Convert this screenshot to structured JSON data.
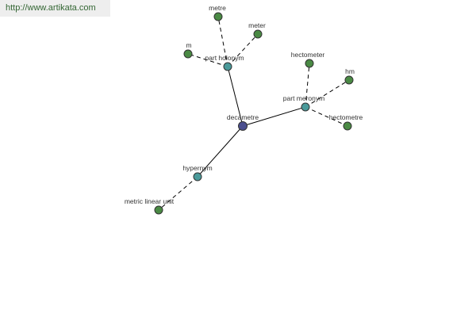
{
  "banner": {
    "url": "http://www.artikata.com"
  },
  "graph": {
    "colors": {
      "center": "#4b4f8f",
      "relation": "#4a9a9a",
      "term": "#4a8a44"
    },
    "nodes": [
      {
        "id": "decametre",
        "label": "decametre",
        "kind": "center"
      },
      {
        "id": "part-holonym",
        "label": "part holonym",
        "kind": "relation"
      },
      {
        "id": "part-meronym",
        "label": "part meronym",
        "kind": "relation"
      },
      {
        "id": "hypernym",
        "label": "hypernym",
        "kind": "relation"
      },
      {
        "id": "metre",
        "label": "metre",
        "kind": "term"
      },
      {
        "id": "meter",
        "label": "meter",
        "kind": "term"
      },
      {
        "id": "m",
        "label": "m",
        "kind": "term"
      },
      {
        "id": "hectometer",
        "label": "hectometer",
        "kind": "term"
      },
      {
        "id": "hm",
        "label": "hm",
        "kind": "term"
      },
      {
        "id": "hectometre",
        "label": "hectometre",
        "kind": "term"
      },
      {
        "id": "metric-linear-unit",
        "label": "metric linear unit",
        "kind": "term"
      }
    ],
    "edges": [
      {
        "from": "decametre",
        "to": "part-holonym",
        "style": "solid"
      },
      {
        "from": "decametre",
        "to": "part-meronym",
        "style": "solid"
      },
      {
        "from": "decametre",
        "to": "hypernym",
        "style": "solid"
      },
      {
        "from": "part-holonym",
        "to": "metre",
        "style": "dashed"
      },
      {
        "from": "part-holonym",
        "to": "meter",
        "style": "dashed"
      },
      {
        "from": "part-holonym",
        "to": "m",
        "style": "dashed"
      },
      {
        "from": "part-meronym",
        "to": "hectometer",
        "style": "dashed"
      },
      {
        "from": "part-meronym",
        "to": "hm",
        "style": "dashed"
      },
      {
        "from": "part-meronym",
        "to": "hectometre",
        "style": "dashed"
      },
      {
        "from": "hypernym",
        "to": "metric-linear-unit",
        "style": "dashed"
      }
    ]
  }
}
